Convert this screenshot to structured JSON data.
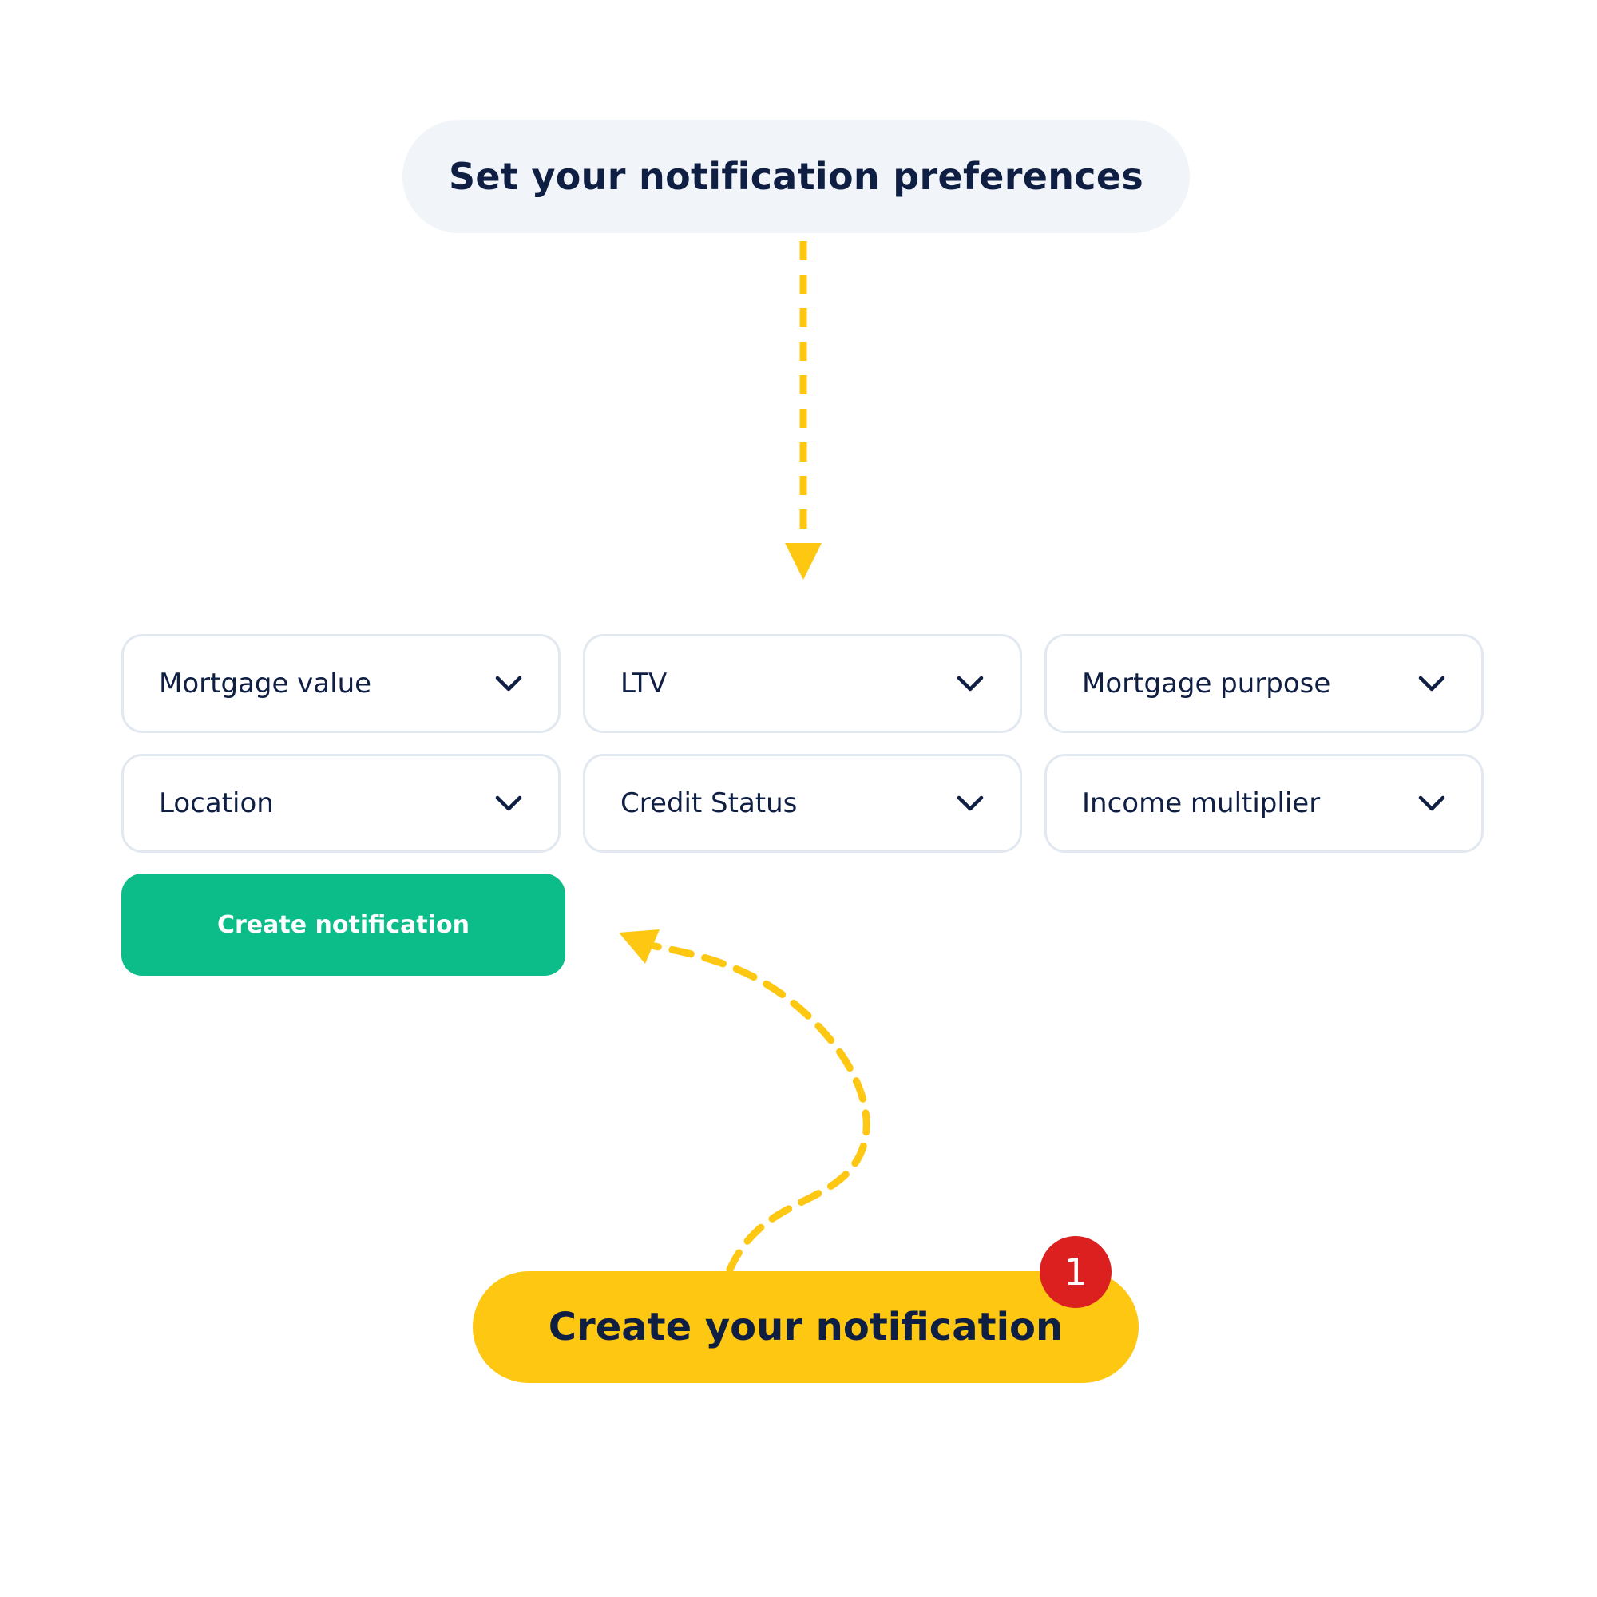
{
  "header": {
    "title": "Set your notification preferences"
  },
  "filters": {
    "items": [
      {
        "label": "Mortgage value",
        "icon": "chevron-down-icon"
      },
      {
        "label": "LTV",
        "icon": "chevron-down-icon"
      },
      {
        "label": "Mortgage purpose",
        "icon": "chevron-down-icon"
      },
      {
        "label": "Location",
        "icon": "chevron-down-icon"
      },
      {
        "label": "Credit Status",
        "icon": "chevron-down-icon"
      },
      {
        "label": "Income multiplier",
        "icon": "chevron-down-icon"
      }
    ]
  },
  "actions": {
    "create_label": "Create notification"
  },
  "cta": {
    "label": "Create your notification",
    "badge": "1"
  },
  "colors": {
    "navy": "#0f1f44",
    "yellow": "#fdc712",
    "green": "#0cbd8a",
    "red": "#dc1f1f",
    "pill_gray": "#f1f5f9",
    "border": "#e2e8f0"
  }
}
